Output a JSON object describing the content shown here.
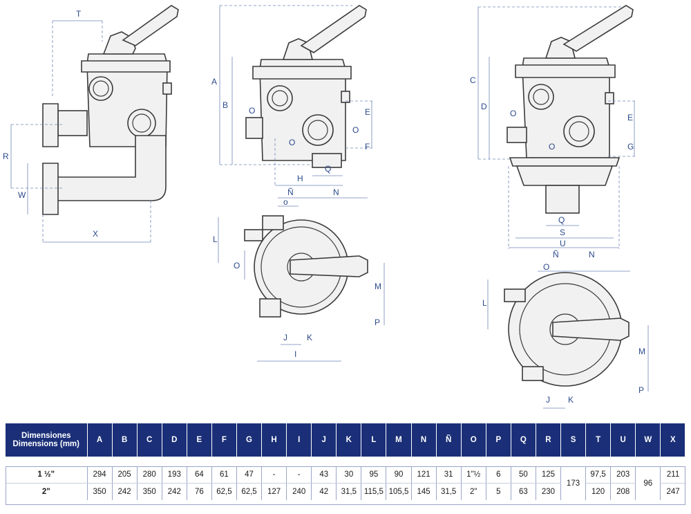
{
  "labels": {
    "view1": {
      "T": "T",
      "R": "R",
      "W": "W",
      "X": "X"
    },
    "view2": {
      "A": "A",
      "B": "B",
      "O1": "O",
      "O2": "O",
      "E": "E",
      "O3": "O",
      "F": "F",
      "H": "H",
      "Q": "Q"
    },
    "view3": {
      "Ñ": "Ñ",
      "o": "o",
      "N": "N",
      "L": "L",
      "O": "O",
      "M": "M",
      "P": "P",
      "J": "J",
      "K": "K",
      "I": "I"
    },
    "view4": {
      "C": "C",
      "D": "D",
      "O1": "O",
      "E": "E",
      "G": "G",
      "O2": "O",
      "Q": "Q",
      "S": "S",
      "U": "U"
    },
    "view5": {
      "O": "O",
      "Ñ": "Ñ",
      "N": "N",
      "L": "L",
      "M": "M",
      "P": "P",
      "J": "J",
      "K": "K"
    }
  },
  "table": {
    "header_line1": "Dimensiones",
    "header_line2": "Dimensions (mm)",
    "columns": [
      "A",
      "B",
      "C",
      "D",
      "E",
      "F",
      "G",
      "H",
      "I",
      "J",
      "K",
      "L",
      "M",
      "N",
      "Ñ",
      "O",
      "P",
      "Q",
      "R",
      "S",
      "T",
      "U",
      "W",
      "X"
    ],
    "rows": [
      {
        "size": "1 ½\"",
        "values": [
          "294",
          "205",
          "280",
          "193",
          "64",
          "61",
          "47",
          "-",
          "-",
          "43",
          "30",
          "95",
          "90",
          "121",
          "31",
          "1\"½",
          "6",
          "50",
          "125",
          "173",
          "97,5",
          "203",
          "96",
          "211"
        ]
      },
      {
        "size": "2\"",
        "values": [
          "350",
          "242",
          "350",
          "242",
          "76",
          "62,5",
          "62,5",
          "127",
          "240",
          "42",
          "31,5",
          "115,5",
          "105,5",
          "145",
          "31,5",
          "2\"",
          "5",
          "63",
          "230",
          "",
          "120",
          "208",
          "",
          "247"
        ]
      }
    ]
  }
}
